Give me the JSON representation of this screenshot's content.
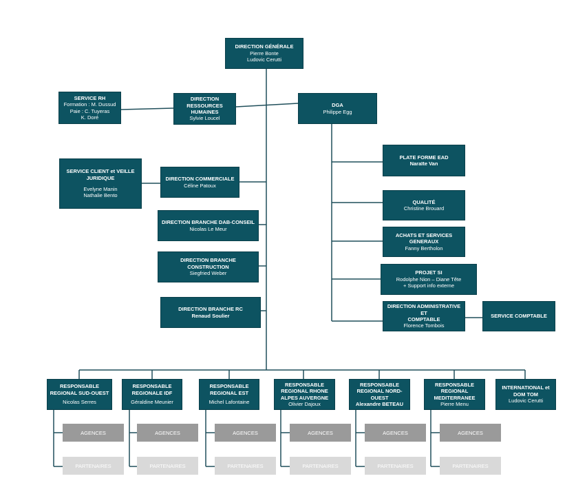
{
  "direction_generale": {
    "title": "DIRECTION  GÉNÉRALE",
    "line1": "Pierre Bonte",
    "line2": "Ludovic Cerutti"
  },
  "service_rh": {
    "title": "SERVICE RH",
    "line1": "Formation : M. Dussud",
    "line2": "Paie : C. Tuyeras",
    "line3": "K. Doré"
  },
  "direction_rh": {
    "title_l1": "DIRECTION",
    "title_l2": "RESSOURCES",
    "title_l3": "HUMAINES",
    "name": "Sylvie Loucel"
  },
  "dga": {
    "title": "DGA",
    "name": "Philippe Egg"
  },
  "service_client": {
    "title_l1": "SERVICE CLIENT et VEILLE",
    "title_l2": "JURIDIQUE",
    "name1": "Evelyne Manin",
    "name2": "Nathalie Bento"
  },
  "direction_commerciale": {
    "title": "DIRECTION COMMERCIALE",
    "name": "Céline Patoux"
  },
  "branche_dab": {
    "title": "DIRECTION  BRANCHE DAB-CONSEIL",
    "name": "Nicolas Le Meur"
  },
  "branche_construction": {
    "title": "DIRECTION  BRANCHE CONSTRUCTION",
    "name": "Siegfried Weber"
  },
  "branche_rc": {
    "title": "DIRECTION  BRANCHE RC",
    "name": "Renaud Soulier"
  },
  "plateforme_ead": {
    "title": "PLATE FORME EAD",
    "name": "Naraïte Van"
  },
  "qualite": {
    "title": "QUALITÉ",
    "name": "Christine Brouard"
  },
  "achats": {
    "title": "ACHATS ET SERVICES GENERAUX",
    "name": "Fanny Bertholon"
  },
  "projet_si": {
    "title": "PROJET SI",
    "line1": "Rodolphe Nion – Diane Tête",
    "line2": "+ Support info externe"
  },
  "direction_admin": {
    "title_l1": "DIRECTION ADMINISTRATIVE ET",
    "title_l2": "COMPTABLE",
    "name": "Florence Tombois"
  },
  "service_comptable": {
    "title": "SERVICE COMPTABLE"
  },
  "regions": [
    {
      "title_l1": "RESPONSABLE",
      "title_l2": "REGIONAL SUD-OUEST",
      "title_l3": "",
      "name": "Nicolas Serres"
    },
    {
      "title_l1": "RESPONSABLE",
      "title_l2": "REGIONALE IDF",
      "title_l3": "",
      "name": "Géraldine Meunier"
    },
    {
      "title_l1": "RESPONSABLE",
      "title_l2": "REGIONAL EST",
      "title_l3": "",
      "name": "Michel Lafontaine"
    },
    {
      "title_l1": "RESPONSABLE",
      "title_l2": "REGIONAL RHONE",
      "title_l3": "ALPES AUVERGNE",
      "name": "Olivier Dajoux"
    },
    {
      "title_l1": "RESPONSABLE",
      "title_l2": "REGIONAL NORD-OUEST",
      "title_l3": "",
      "name": "Alexandre BETEAU"
    },
    {
      "title_l1": "RESPONSABLE",
      "title_l2": "REGIONAL",
      "title_l3": "MEDITERRANEE",
      "name": "Pierre Menu"
    }
  ],
  "international": {
    "title_l1": "INTERNATIONAL et",
    "title_l2": "DOM TOM",
    "name": "Ludovic Cerutti"
  },
  "agences_label": "AGENCES",
  "partenaires_label": "PARTENAIRES",
  "colors": {
    "box": "#0d5361",
    "agences": "#9a9a9a",
    "partenaires": "#d9d9d9",
    "line": "#1f4e5a"
  }
}
